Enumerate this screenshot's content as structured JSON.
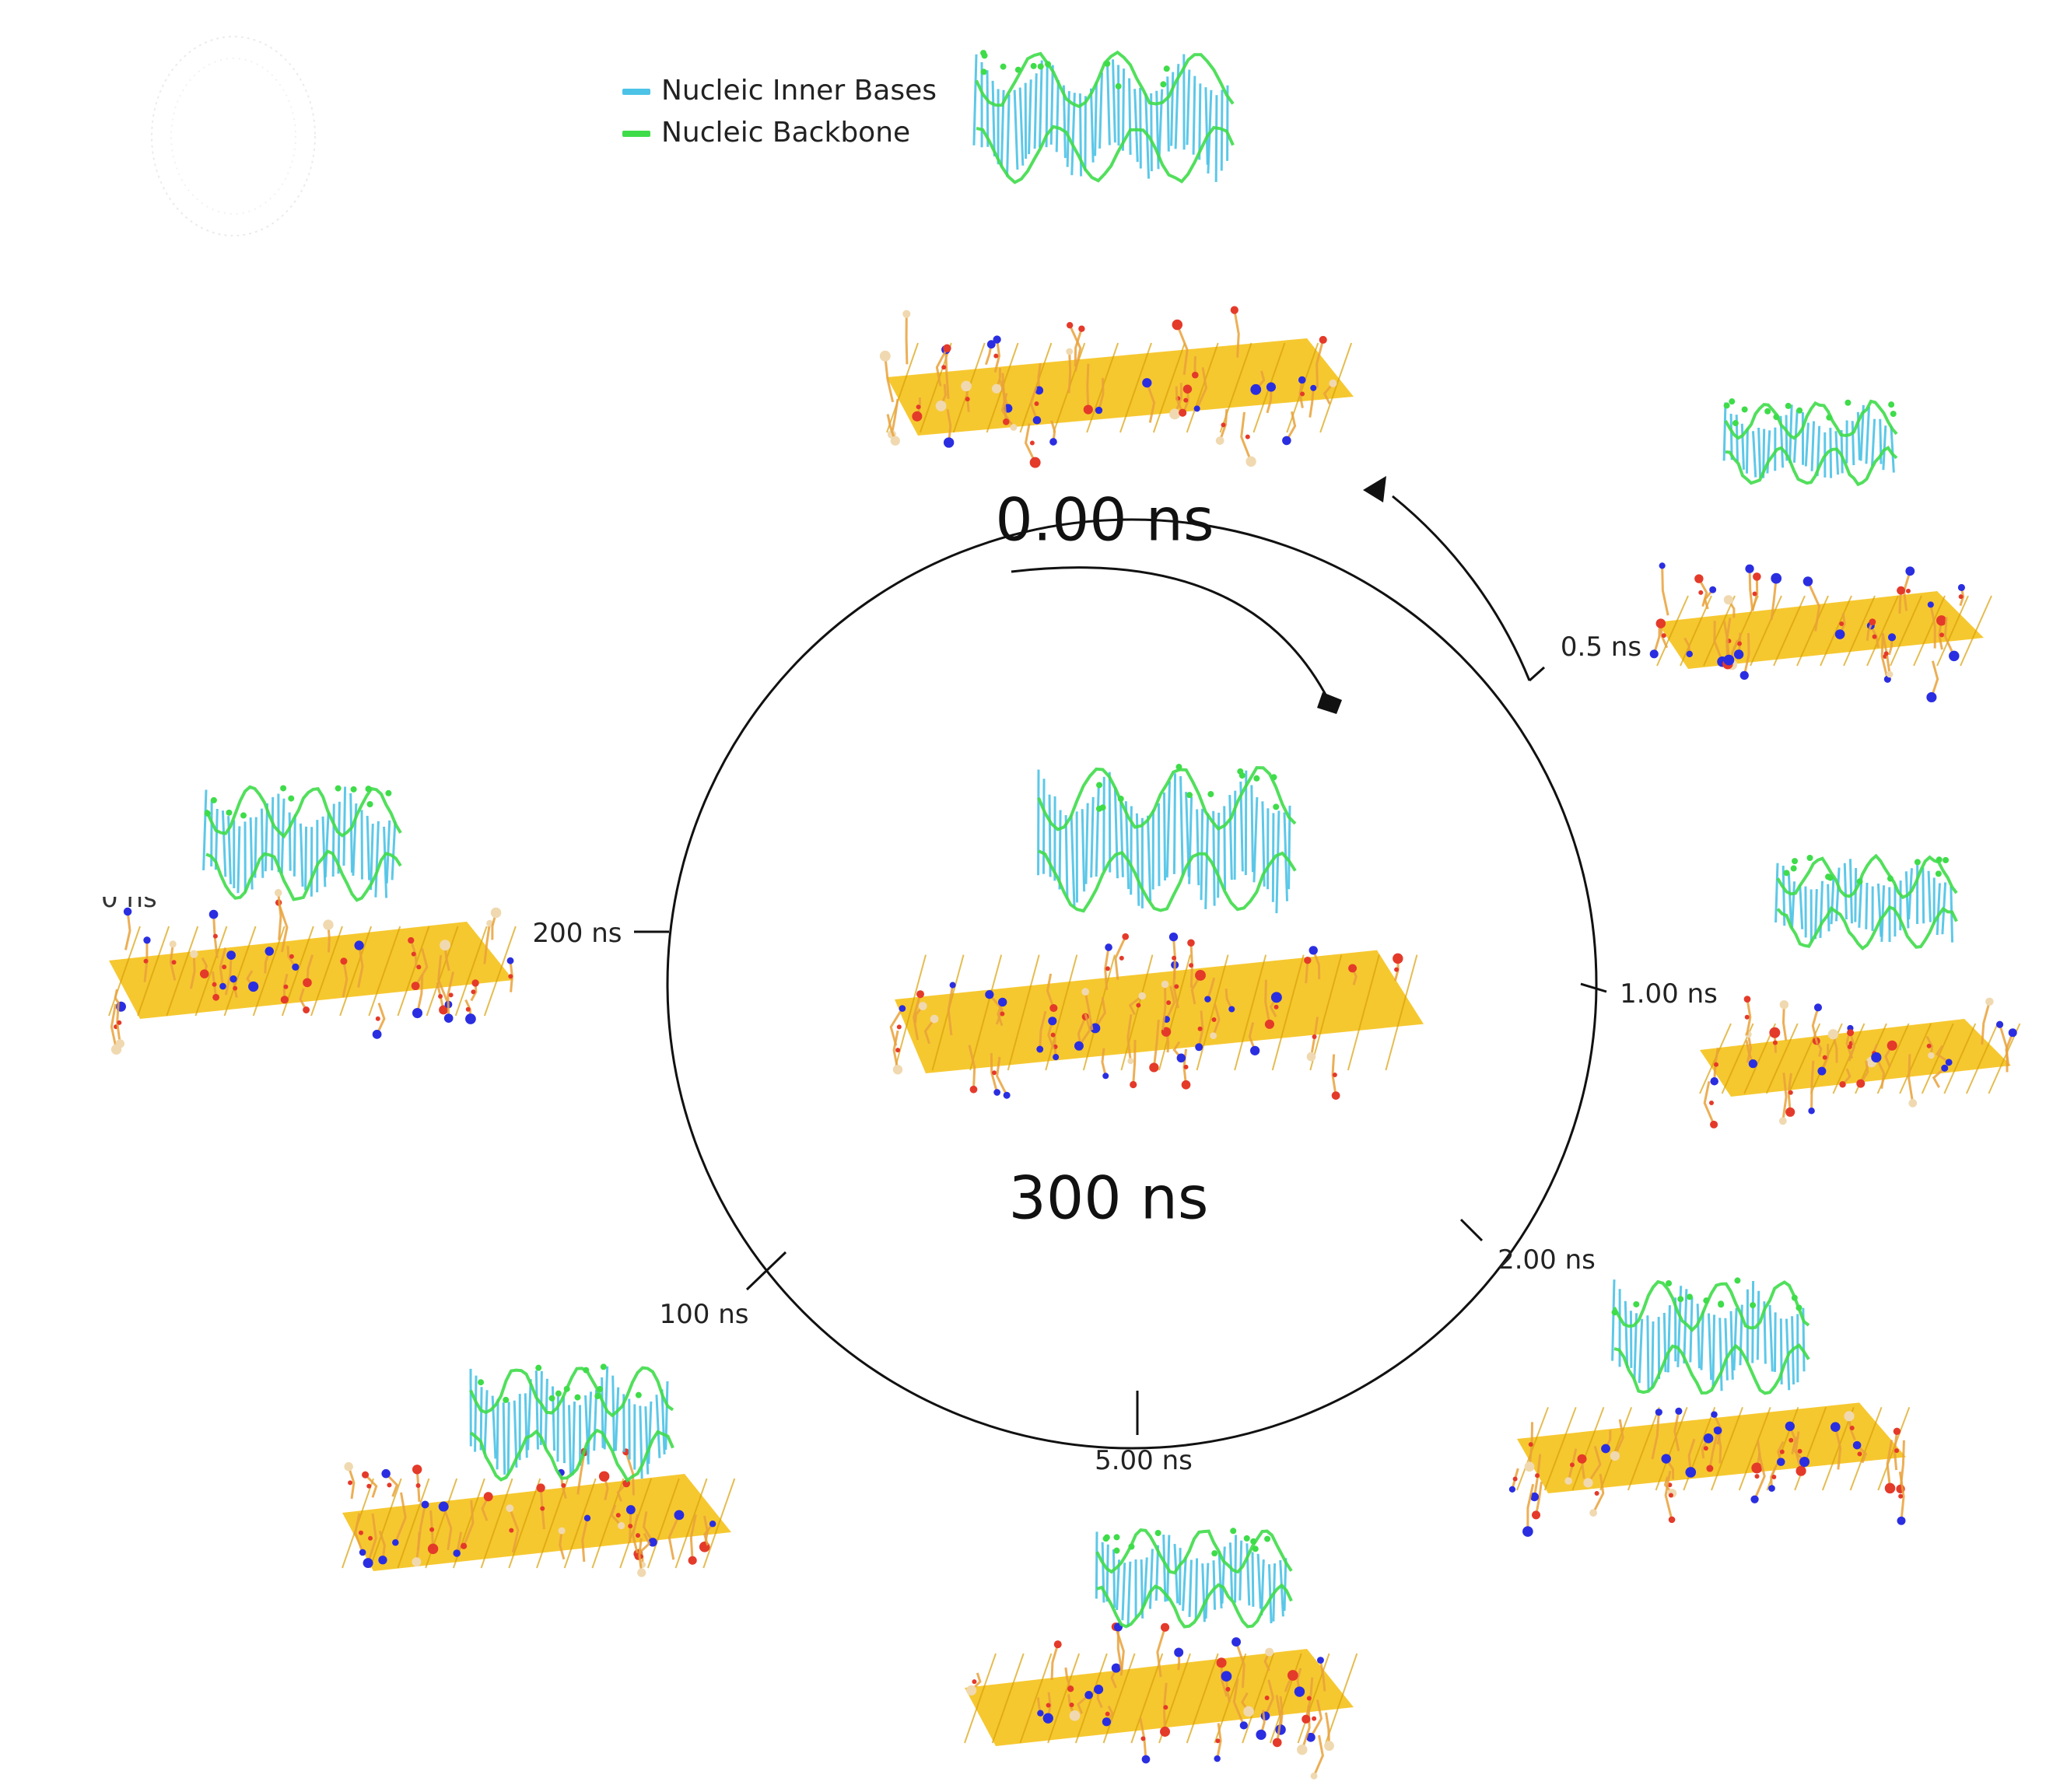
{
  "colors": {
    "inner_bases": "#4cc3e6",
    "backbone": "#3fdc4a",
    "sheet": "#f5c21a",
    "oxygen": "#e43a2a",
    "nitrogen": "#2a2ee0",
    "chain": "#e9a13a",
    "line": "#111111"
  },
  "legend": {
    "items": [
      {
        "label": "Nucleic Inner Bases",
        "color": "#4cc3e6"
      },
      {
        "label": "Nucleic Backbone",
        "color": "#3fdc4a"
      }
    ]
  },
  "timeline": {
    "start_label": "0.00 ns",
    "end_label": "300 ns",
    "ticks": [
      "0.5 ns",
      "1.00 ns",
      "2.00 ns",
      "5.00 ns",
      "100 ns",
      "200 ns"
    ],
    "partial_label": "0 ns"
  },
  "icons": {
    "arrow_head": "triangle-arrowhead-icon",
    "end_marker": "diamond-marker-icon"
  }
}
